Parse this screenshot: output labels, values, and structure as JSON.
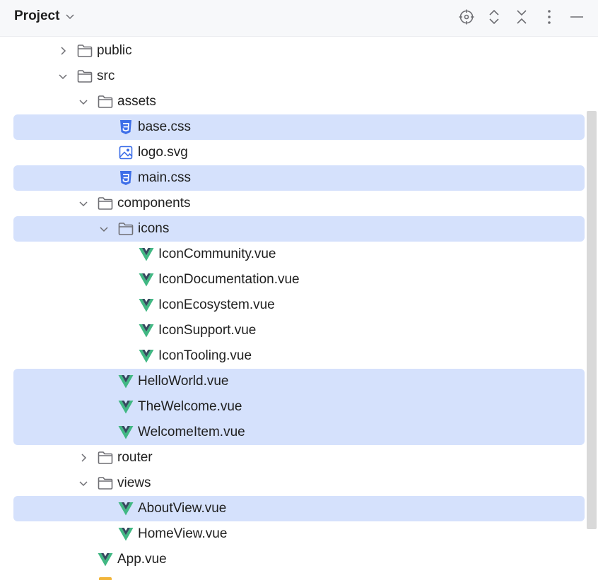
{
  "header": {
    "title": "Project",
    "tools": [
      {
        "name": "locate-icon"
      },
      {
        "name": "expand-all-icon"
      },
      {
        "name": "collapse-all-icon"
      },
      {
        "name": "more-options-icon"
      },
      {
        "name": "hide-icon"
      }
    ]
  },
  "tree": {
    "rows": [
      {
        "label": "public",
        "type": "folder",
        "depth": 0,
        "expanded": false,
        "selected": false
      },
      {
        "label": "src",
        "type": "folder",
        "depth": 0,
        "expanded": true,
        "selected": false
      },
      {
        "label": "assets",
        "type": "folder",
        "depth": 1,
        "expanded": true,
        "selected": false
      },
      {
        "label": "base.css",
        "type": "css",
        "depth": 2,
        "selected": true
      },
      {
        "label": "logo.svg",
        "type": "image",
        "depth": 2,
        "selected": false
      },
      {
        "label": "main.css",
        "type": "css",
        "depth": 2,
        "selected": true
      },
      {
        "label": "components",
        "type": "folder",
        "depth": 1,
        "expanded": true,
        "selected": false
      },
      {
        "label": "icons",
        "type": "folder",
        "depth": 2,
        "expanded": true,
        "selected": true
      },
      {
        "label": "IconCommunity.vue",
        "type": "vue",
        "depth": 3,
        "selected": false
      },
      {
        "label": "IconDocumentation.vue",
        "type": "vue",
        "depth": 3,
        "selected": false
      },
      {
        "label": "IconEcosystem.vue",
        "type": "vue",
        "depth": 3,
        "selected": false
      },
      {
        "label": "IconSupport.vue",
        "type": "vue",
        "depth": 3,
        "selected": false
      },
      {
        "label": "IconTooling.vue",
        "type": "vue",
        "depth": 3,
        "selected": false
      },
      {
        "label": "HelloWorld.vue",
        "type": "vue",
        "depth": 2,
        "selected": true
      },
      {
        "label": "TheWelcome.vue",
        "type": "vue",
        "depth": 2,
        "selected": true
      },
      {
        "label": "WelcomeItem.vue",
        "type": "vue",
        "depth": 2,
        "selected": true
      },
      {
        "label": "router",
        "type": "folder",
        "depth": 1,
        "expanded": false,
        "selected": false
      },
      {
        "label": "views",
        "type": "folder",
        "depth": 1,
        "expanded": true,
        "selected": false
      },
      {
        "label": "AboutView.vue",
        "type": "vue",
        "depth": 2,
        "selected": true
      },
      {
        "label": "HomeView.vue",
        "type": "vue",
        "depth": 2,
        "selected": false
      },
      {
        "label": "App.vue",
        "type": "vue",
        "depth": 1,
        "selected": false
      }
    ]
  },
  "colors": {
    "selection": "#d5e1fc",
    "vue_green": "#41b883",
    "vue_dark": "#35495e",
    "css_blue": "#3d6ee8",
    "image_blue": "#3d6ee8",
    "folder_stroke": "#6e6e73"
  }
}
